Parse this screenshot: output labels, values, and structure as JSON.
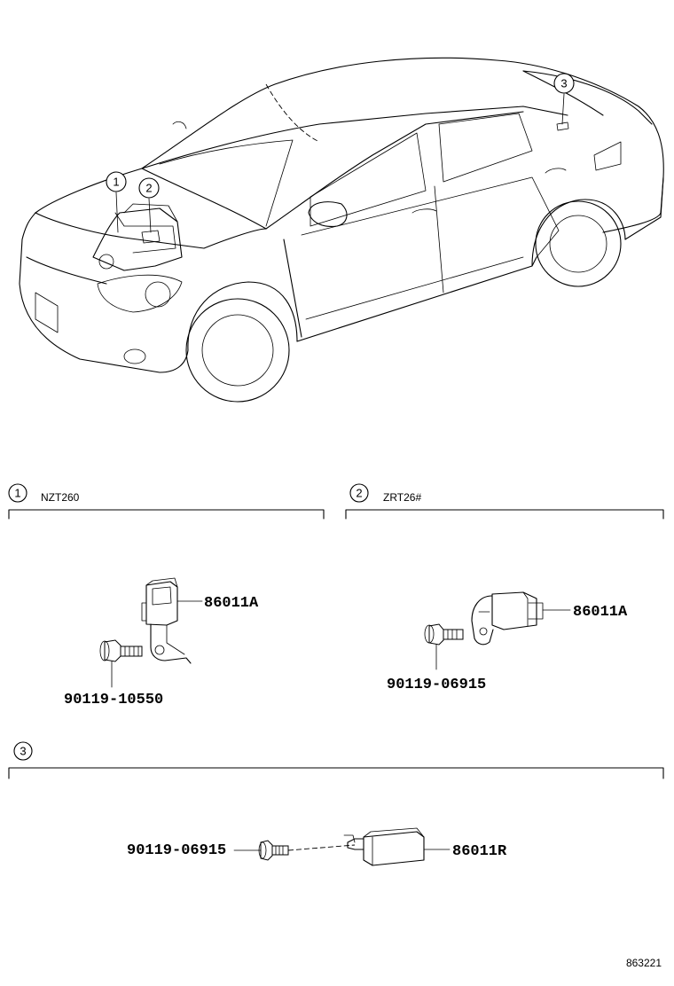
{
  "callouts": {
    "car_1": "1",
    "car_2": "2",
    "car_3": "3"
  },
  "sections": [
    {
      "number": "1",
      "model": "NZT260",
      "parts": [
        {
          "part_no": "86011A"
        },
        {
          "part_no": "90119-10550"
        }
      ]
    },
    {
      "number": "2",
      "model": "ZRT26#",
      "parts": [
        {
          "part_no": "86011A"
        },
        {
          "part_no": "90119-06915"
        }
      ]
    },
    {
      "number": "3",
      "model": "",
      "parts": [
        {
          "part_no": "90119-06915"
        },
        {
          "part_no": "86011R"
        }
      ]
    }
  ],
  "reference_number": "863221"
}
